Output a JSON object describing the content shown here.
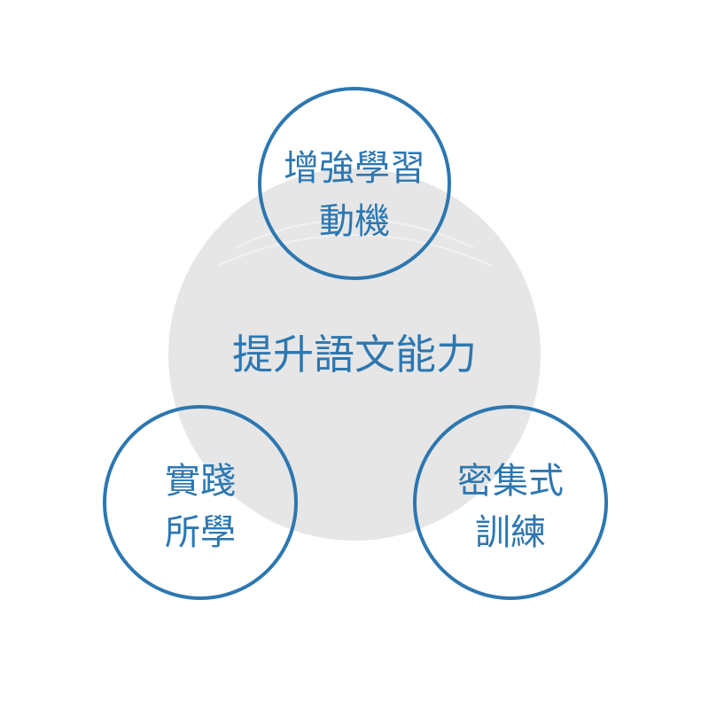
{
  "center": {
    "line1": "提升語文能力"
  },
  "nodes": [
    {
      "id": "top",
      "line1": "增強學習",
      "line2": "動機"
    },
    {
      "id": "left",
      "line1": "實踐",
      "line2": "所學"
    },
    {
      "id": "right",
      "line1": "密集式",
      "line2": "訓練"
    }
  ],
  "colors": {
    "center_fill": "#e6e6e6",
    "node_stroke": "#2d77b0",
    "node_fill": "#ffffff",
    "text": "#2d77b0"
  }
}
